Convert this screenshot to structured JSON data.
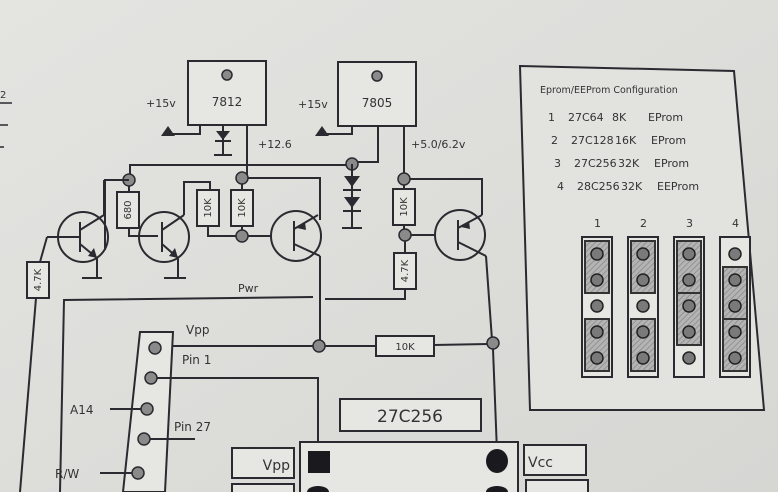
{
  "regulators": [
    {
      "part": "7812",
      "input": "+15v",
      "output": "+12.6"
    },
    {
      "part": "7805",
      "input": "+15v",
      "output": "+5.0/6.2v"
    }
  ],
  "resistors": {
    "r680": "680",
    "r10k_a": "10K",
    "r10k_b": "10K",
    "r10k_c": "10K",
    "r47k_left": "4.7K",
    "r47k_right": "4.7K",
    "r10k_bus": "10K"
  },
  "labels": {
    "pwr": "Pwr",
    "vpp": "Vpp",
    "pin1": "Pin 1",
    "a14": "A14",
    "pin27": "Pin 27",
    "rw": "R/W",
    "chip": "27C256",
    "chip_vpp": "Vpp",
    "chip_vcc": "Vcc",
    "left_margin": "2"
  },
  "config": {
    "title": "Eprom/EEProm Configuration",
    "rows": [
      {
        "num": "1",
        "part": "27C64",
        "size": "8K",
        "type": "EProm"
      },
      {
        "num": "2",
        "part": "27C128",
        "size": "16K",
        "type": "EProm"
      },
      {
        "num": "3",
        "part": "27C256",
        "size": "32K",
        "type": "EProm"
      },
      {
        "num": "4",
        "part": "28C256",
        "size": "32K",
        "type": "EEProm"
      }
    ],
    "jumpers": [
      {
        "label": "1",
        "open_pin": 3
      },
      {
        "label": "2",
        "open_pin": 3
      },
      {
        "label": "3",
        "open_pin": 5
      },
      {
        "label": "4",
        "open_pin": 1
      }
    ]
  }
}
